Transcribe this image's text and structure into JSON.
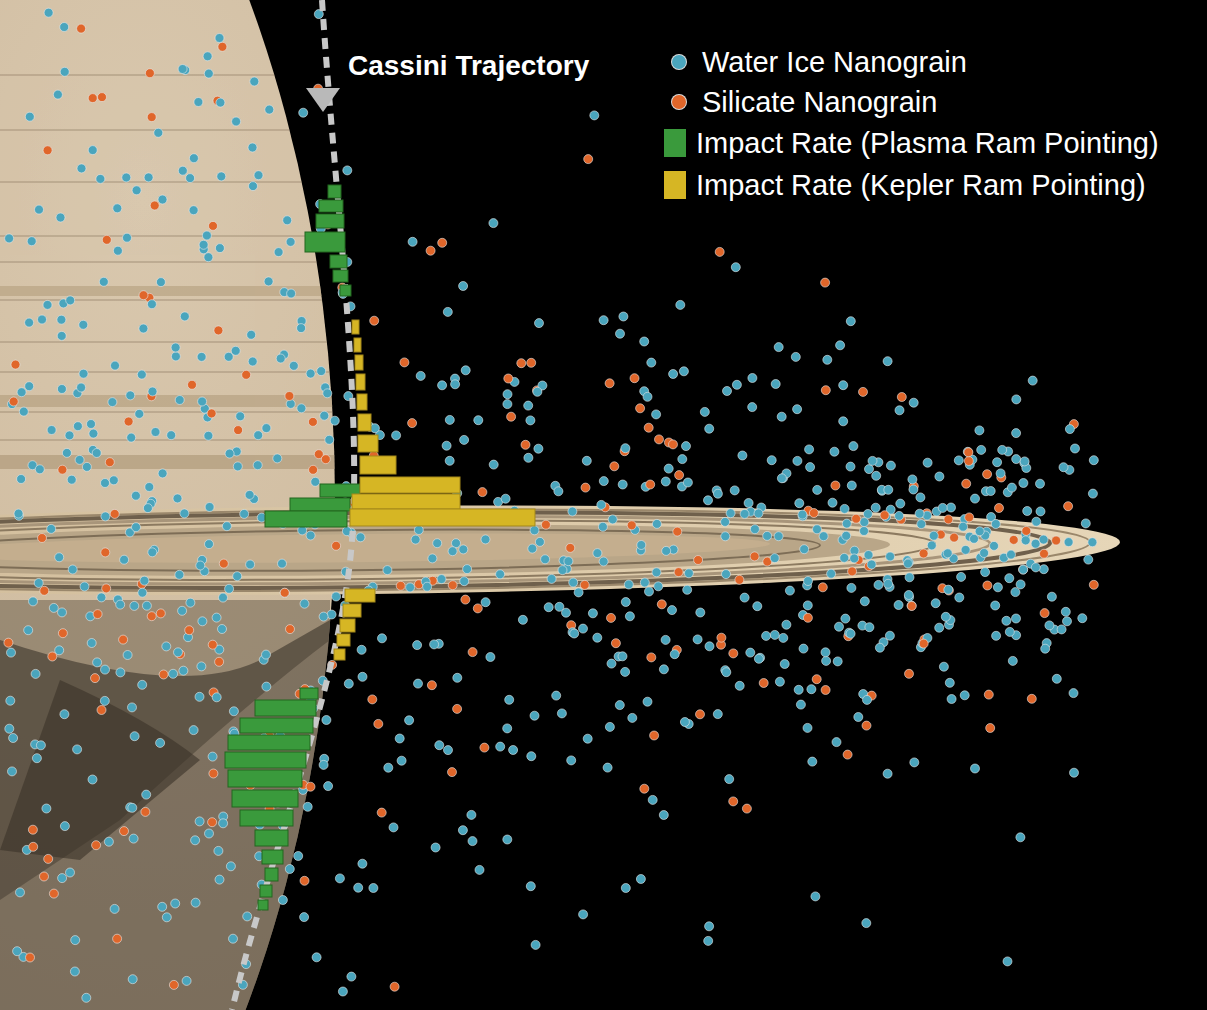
{
  "diagram": {
    "labels": [
      "Cassini Trajectory"
    ],
    "legend": [
      {
        "text": "Water Ice Nanograin",
        "color": "#4aa5bd"
      },
      {
        "text": "Silicate Nanograin",
        "color": "#e0662a"
      },
      {
        "text": "Impact Rate (Plasma Ram Pointing)",
        "color": "#3a9a3c"
      },
      {
        "text": "Impact Rate (Kepler Ram Pointing)",
        "color": "#d6b624"
      }
    ]
  }
}
